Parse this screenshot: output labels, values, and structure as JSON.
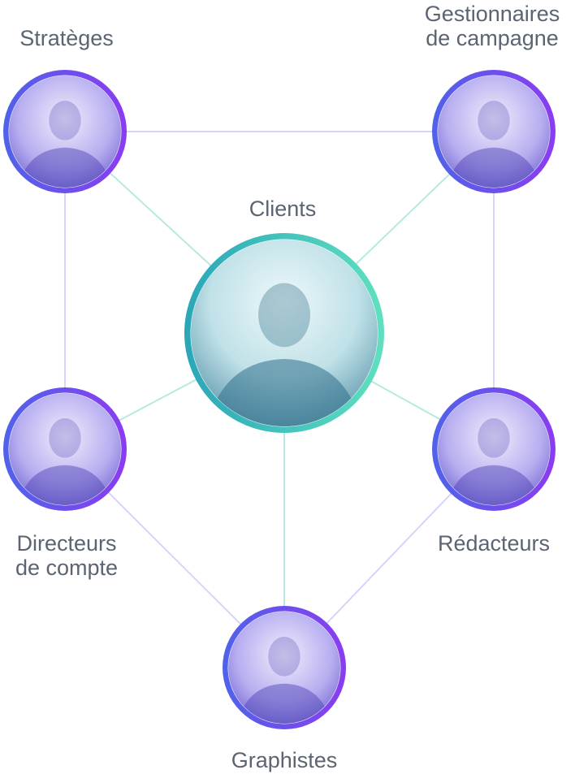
{
  "nodes": [
    {
      "id": "strateges",
      "label_lines": [
        "Stratèges"
      ],
      "kind": "peer"
    },
    {
      "id": "gestionnaires",
      "label_lines": [
        "Gestionnaires",
        "de campagne"
      ],
      "kind": "peer"
    },
    {
      "id": "clients",
      "label_lines": [
        "Clients"
      ],
      "kind": "center"
    },
    {
      "id": "directeurs",
      "label_lines": [
        "Directeurs",
        "de compte"
      ],
      "kind": "peer"
    },
    {
      "id": "redacteurs",
      "label_lines": [
        "Rédacteurs"
      ],
      "kind": "peer"
    },
    {
      "id": "graphistes",
      "label_lines": [
        "Graphistes"
      ],
      "kind": "peer"
    }
  ],
  "edges": [
    {
      "from": "strateges",
      "to": "gestionnaires",
      "kind": "outer"
    },
    {
      "from": "strateges",
      "to": "directeurs",
      "kind": "outer"
    },
    {
      "from": "gestionnaires",
      "to": "redacteurs",
      "kind": "outer"
    },
    {
      "from": "directeurs",
      "to": "graphistes",
      "kind": "outer"
    },
    {
      "from": "redacteurs",
      "to": "graphistes",
      "kind": "outer"
    },
    {
      "from": "clients",
      "to": "strateges",
      "kind": "hub"
    },
    {
      "from": "clients",
      "to": "gestionnaires",
      "kind": "hub"
    },
    {
      "from": "clients",
      "to": "directeurs",
      "kind": "hub"
    },
    {
      "from": "clients",
      "to": "redacteurs",
      "kind": "hub"
    },
    {
      "from": "clients",
      "to": "graphistes",
      "kind": "hub"
    }
  ],
  "colors": {
    "label_text": "#5b6472",
    "outer_edge": "#d9d2fb",
    "hub_edge": "#b6eae0",
    "peer_ring_start": "#4f63e9",
    "peer_ring_end": "#8b3cf0",
    "center_ring_start": "#2aa6b8",
    "center_ring_end": "#5fe0bf",
    "photo_peer_light": "#eae6fb",
    "photo_peer_dark": "#4a3fb4",
    "photo_center_light": "#e3f4f6",
    "photo_center_dark": "#2f6f8a"
  }
}
